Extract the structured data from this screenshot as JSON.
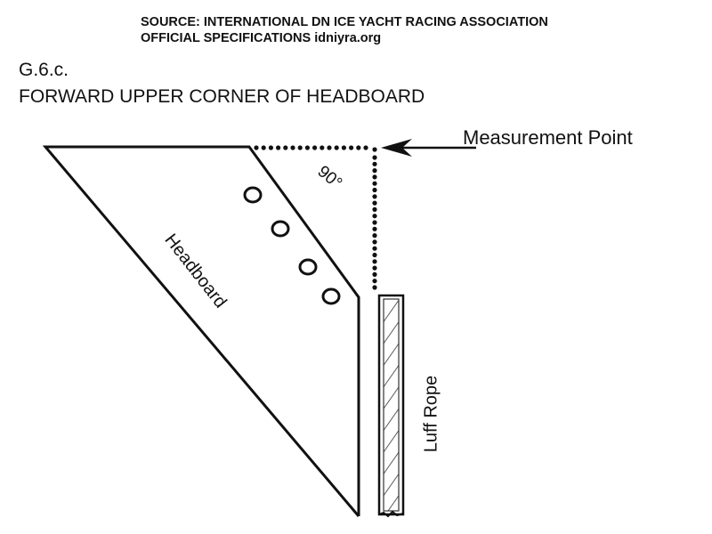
{
  "header": {
    "source_line1": "SOURCE: INTERNATIONAL DN ICE YACHT RACING ASSOCIATION",
    "source_line2": "OFFICIAL SPECIFICATIONS  idniyra.org"
  },
  "section": {
    "code": "G.6.c.",
    "title": "FORWARD UPPER CORNER OF HEADBOARD"
  },
  "diagram": {
    "measurement_label": "Measurement Point",
    "angle_label": "90°",
    "headboard_label": "Headboard",
    "luff_rope_label": "Luff Rope",
    "hole_count": 4,
    "colors": {
      "line": "#111111",
      "background": "#ffffff"
    }
  }
}
